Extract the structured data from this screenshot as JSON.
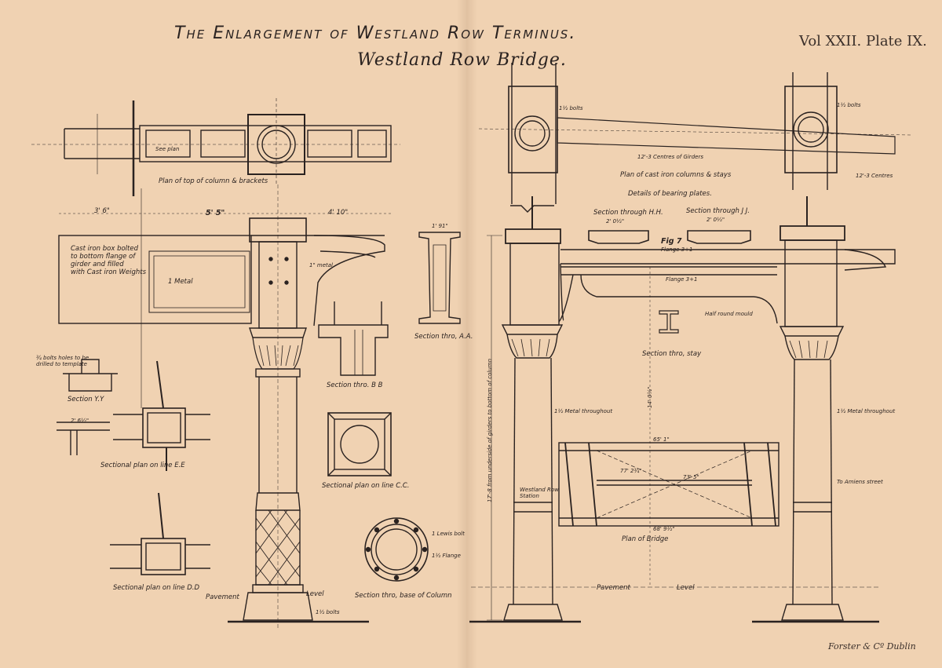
{
  "title": "The Enlargement of Westland Row Terminus.",
  "subtitle": "Westland Row Bridge.",
  "plate_ref": "Vol XXII. Plate IX.",
  "imprint": "Forster & Cº Dublin",
  "labels": {
    "plan_top_column": "Plan of top of column & brackets",
    "see_plan": "See plan",
    "cast_iron_box": "Cast iron box bolted\nto bottom flange of\ngirder and filled\nwith Cast iron Weights",
    "one_metal": "1 Metal",
    "one_metal_b": "1\" metal",
    "section_yy": "Section Y.Y",
    "bolt_holes": "¾ bolts holes to be\ndrilled to template",
    "sectional_ee": "Sectional plan  on line E.E",
    "sectional_dd": "Sectional plan on line D.D",
    "section_bb": "Section thro. B  B",
    "section_aa": "Section thro, A.A.",
    "sectional_cc": "Sectional plan on line C.C.",
    "section_base": "Section thro, base of Column",
    "lewis_bolt": "1 Lewis bolt",
    "plan_cast_iron": "Plan of cast iron columns & stays",
    "centres_girders": "12'-3 Centres of Girders",
    "centres": "12'-3 Centres",
    "details_bearing": "Details of bearing plates.",
    "section_hh": "Section through H.H.",
    "section_jj": "Section through J  J.",
    "fig7": "Fig 7",
    "flange_3_1": "Flange 3+1",
    "section_stay": "Section thro, stay",
    "half_round": "Half round mould",
    "metal_throughout": "1½ Metal throughout",
    "westland_row_station": "Westland Row\nStation",
    "to_amiens": "To Amiens street",
    "plan_bridge": "Plan of Bridge",
    "pavement": "Pavement",
    "level": "Level",
    "from_underside": "17'-8 from underside of girders to bottom of column",
    "dim_5_5": "5' 5\"",
    "dim_3_6": "3' 6\"",
    "dim_4_10": "4' 10\"",
    "dim_1_91": "1' 91\"",
    "dim_2_0": "2' 0½\"",
    "dim_2_6": "2' 6½\"",
    "dim_65": "65' 1\"",
    "dim_68": "68' 9½\"",
    "dim_77": "77' 2¾\"",
    "dim_73": "73' 5\"",
    "dim_14": "14' 0½\"",
    "bolts": "1½ bolts",
    "flange": "1½ Flange"
  }
}
